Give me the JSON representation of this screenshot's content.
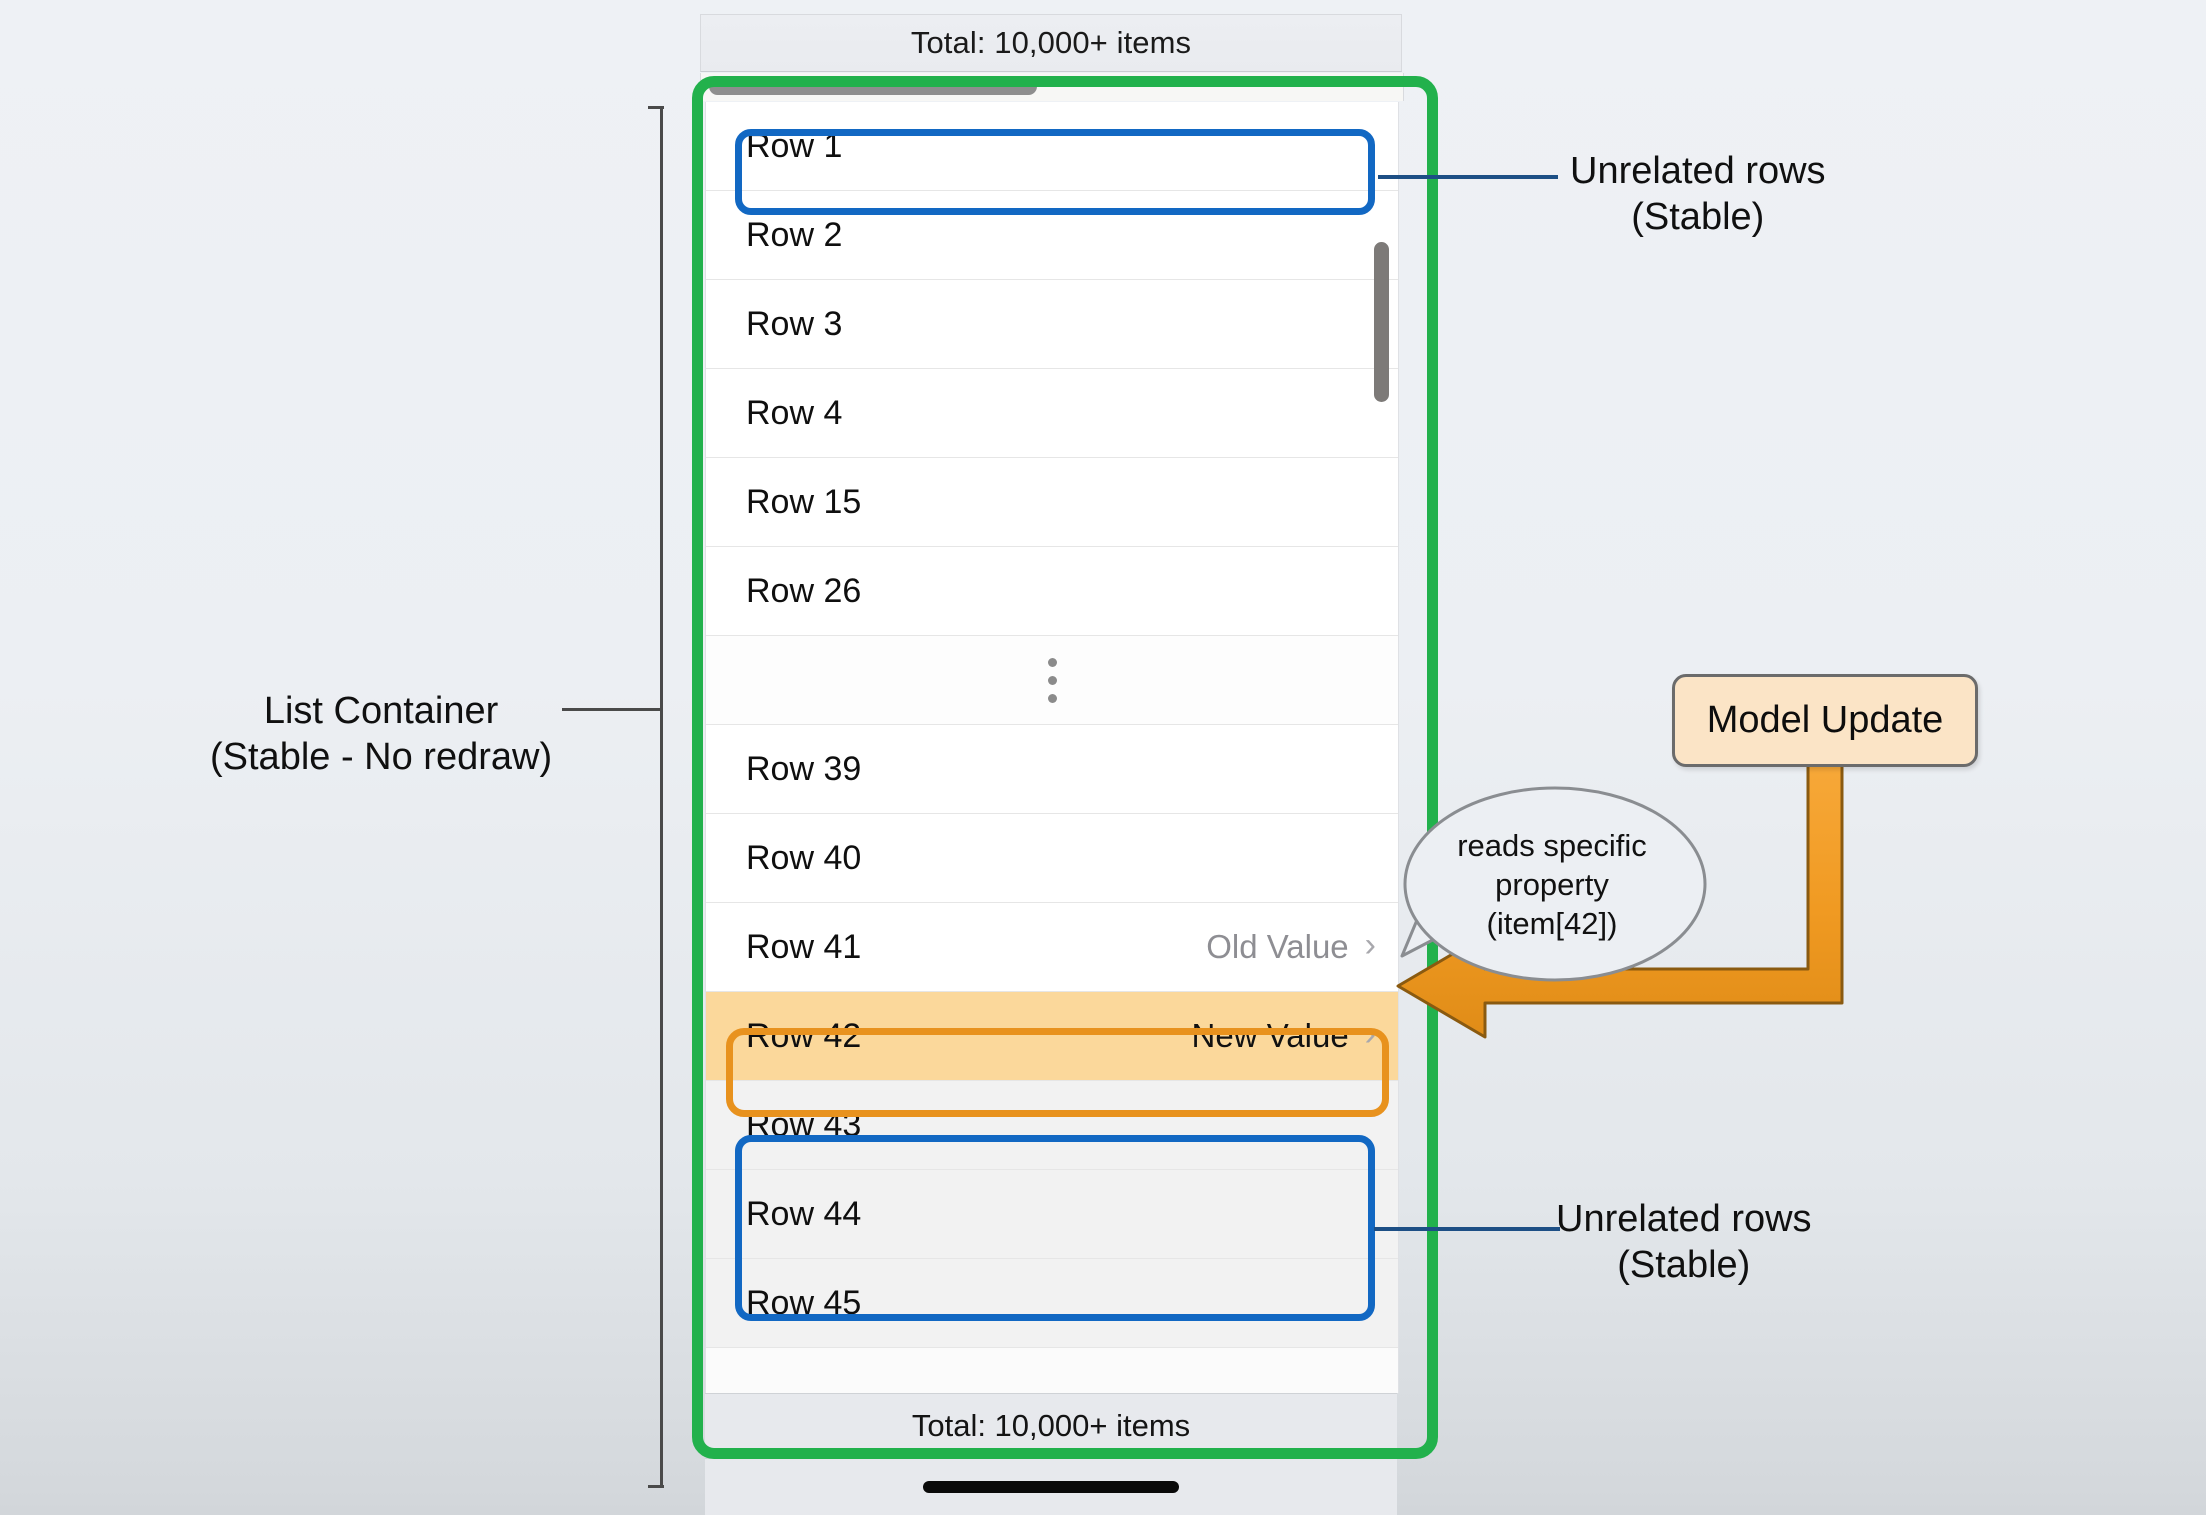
{
  "header": {
    "total_label": "Total: 10,000+ items"
  },
  "footer": {
    "total_label": "Total: 10,000+ items"
  },
  "list": {
    "rows": [
      {
        "label": "Row 1",
        "value": "",
        "chevron": "",
        "state": "outlined-blue"
      },
      {
        "label": "Row 2",
        "value": "",
        "chevron": "",
        "state": "normal"
      },
      {
        "label": "Row 3",
        "value": "",
        "chevron": "",
        "state": "normal"
      },
      {
        "label": "Row 4",
        "value": "",
        "chevron": "",
        "state": "normal"
      },
      {
        "label": "Row 15",
        "value": "",
        "chevron": "",
        "state": "normal"
      },
      {
        "label": "Row 26",
        "value": "",
        "chevron": "",
        "state": "normal"
      },
      {
        "label": "",
        "value": "",
        "chevron": "",
        "state": "ellipsis"
      },
      {
        "label": "Row 39",
        "value": "",
        "chevron": "",
        "state": "normal"
      },
      {
        "label": "Row 40",
        "value": "",
        "chevron": "",
        "state": "normal"
      },
      {
        "label": "Row 41",
        "value": "Old Value",
        "chevron": "›",
        "state": "normal"
      },
      {
        "label": "Row 42",
        "value": "New Value",
        "chevron": "›",
        "state": "updated"
      },
      {
        "label": "Row 43",
        "value": "",
        "chevron": "",
        "state": "tinted"
      },
      {
        "label": "Row 44",
        "value": "",
        "chevron": "",
        "state": "tinted"
      },
      {
        "label": "Row 45",
        "value": "",
        "chevron": "",
        "state": "tinted"
      }
    ]
  },
  "annotations": {
    "top_right": "Unrelated rows\n(Stable)",
    "bottom_right": "Unrelated rows\n(Stable)",
    "left_bracket": "List Container\n(Stable - No redraw)"
  },
  "model_update": {
    "label": "Model Update"
  },
  "speech_bubble": {
    "text": "reads specific\nproperty\n(item[42])"
  },
  "colors": {
    "container_green": "#22b14c",
    "stable_blue": "#1268c3",
    "update_orange": "#e8921e",
    "update_fill": "#fbd89b",
    "model_box_fill": "#fbe4c6",
    "leader_blue": "#1d4f85",
    "background": "#eef1f5"
  }
}
